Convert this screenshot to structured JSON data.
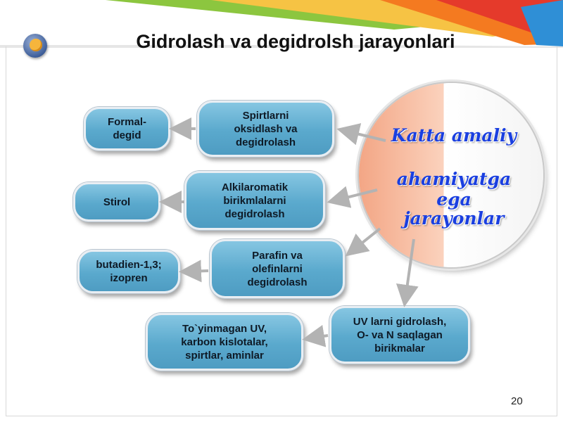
{
  "slide": {
    "title": "Gidrolash va degidrolsh jarayonlari",
    "page_number": "20"
  },
  "center": {
    "lines": [
      "Katta amaliy",
      "ahamiyatga ega",
      "jarayonlar"
    ]
  },
  "processes": [
    {
      "text": "Spirtlarni\noksidlash va\ndegidrolash",
      "product": "Formal-\ndegid"
    },
    {
      "text": "Alkilaromatik\nbirikmlalarni\ndegidrolash",
      "product": "Stirol"
    },
    {
      "text": "Parafin va\nolefinlarni\ndegidrolash",
      "product": "butadien-1,3;\nizopren"
    },
    {
      "text": "UV larni gidrolash,\nO- va N saqlagan\nbirikmalar",
      "product": "To`yinmagan UV,\nkarbon kislotalar,\nspirtlar, aminlar"
    }
  ],
  "colors": {
    "node_fill": "#5aa9cd",
    "center_text": "#1a3fe0",
    "circle_left": "#f3a685",
    "arrow": "#b3b3b3"
  }
}
